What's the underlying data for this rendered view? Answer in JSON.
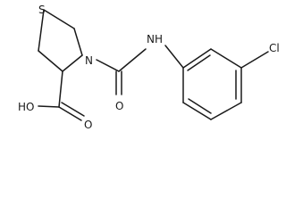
{
  "molecule": {
    "atoms": {
      "sulfur": "S",
      "ring_nitrogen": "N",
      "amide_nh": "NH",
      "chlorine": "Cl",
      "hydroxyl": "HO",
      "acid_carbonyl_oxygen": "O",
      "amide_carbonyl_oxygen": "O"
    }
  }
}
